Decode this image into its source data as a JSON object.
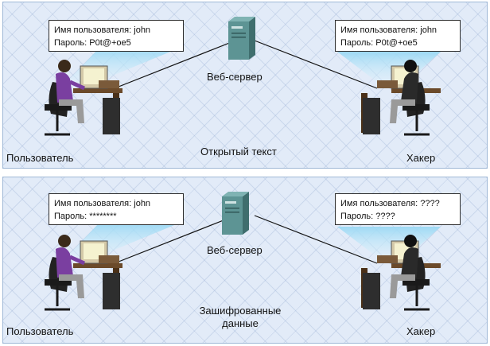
{
  "top": {
    "user_callout": {
      "user_line": "Имя пользователя: john",
      "pass_line": "Пароль: P0t@+oe5"
    },
    "hacker_callout": {
      "user_line": "Имя пользователя: john",
      "pass_line": "Пароль: P0t@+oe5"
    },
    "server_label": "Веб-сервер",
    "channel_label": "Открытый текст",
    "user_label": "Пользователь",
    "hacker_label": "Хакер"
  },
  "bottom": {
    "user_callout": {
      "user_line": "Имя пользователя: john",
      "pass_line": "Пароль: ********"
    },
    "hacker_callout": {
      "user_line": "Имя пользователя: ????",
      "pass_line": "Пароль: ????"
    },
    "server_label": "Веб-сервер",
    "channel_label_1": "Зашифрованные",
    "channel_label_2": "данные",
    "user_label": "Пользователь",
    "hacker_label": "Хакер"
  },
  "colors": {
    "panel_bg": "#e2ebf8",
    "server": "#5d9494",
    "user_shirt": "#7a3fa0",
    "hacker_shirt": "#2a2a2a"
  }
}
